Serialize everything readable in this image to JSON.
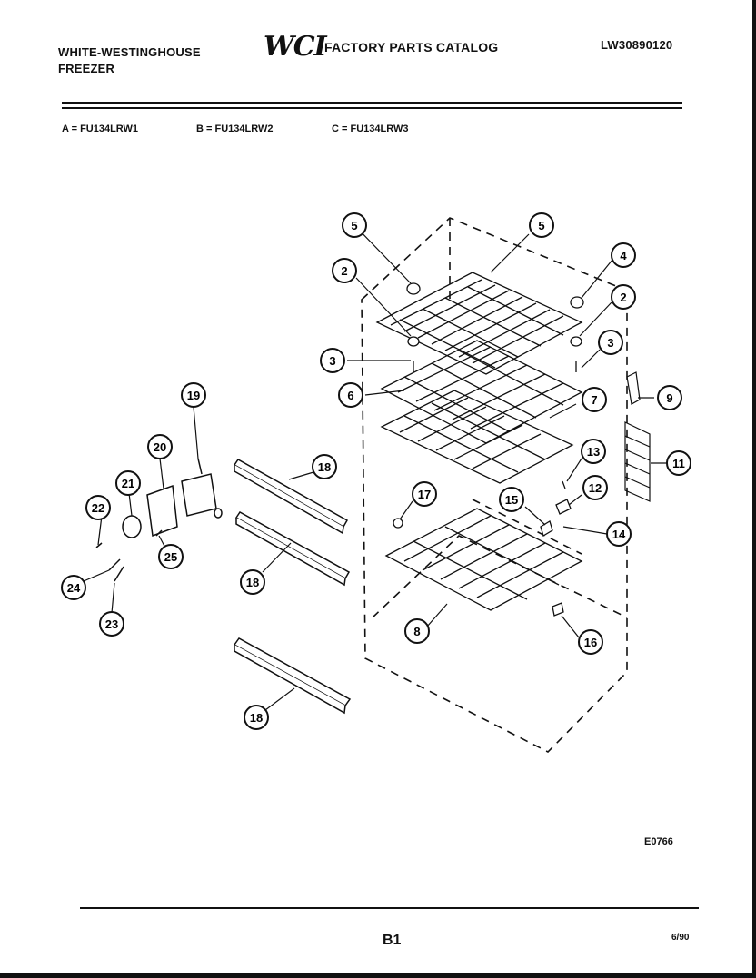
{
  "header": {
    "brand_line1": "WHITE-WESTINGHOUSE",
    "brand_line2": "FREEZER",
    "logo": "WCI",
    "catalog_title": "FACTORY PARTS CATALOG",
    "doc_number": "LW30890120"
  },
  "models": {
    "a": "A = FU134LRW1",
    "b": "B = FU134LRW2",
    "c": "C = FU134LRW3"
  },
  "callouts": {
    "c5a": "5",
    "c5b": "5",
    "c4": "4",
    "c2a": "2",
    "c2b": "2",
    "c3a": "3",
    "c3b": "3",
    "c6": "6",
    "c7": "7",
    "c9": "9",
    "c11": "11",
    "c13": "13",
    "c12": "12",
    "c15": "15",
    "c14": "14",
    "c17": "17",
    "c8": "8",
    "c16": "16",
    "c19": "19",
    "c20": "20",
    "c21": "21",
    "c22": "22",
    "c25": "25",
    "c24": "24",
    "c23": "23",
    "c18a": "18",
    "c18b": "18",
    "c18c": "18"
  },
  "footer": {
    "figure_ref": "E0766",
    "page_label": "B1",
    "date": "6/90"
  }
}
